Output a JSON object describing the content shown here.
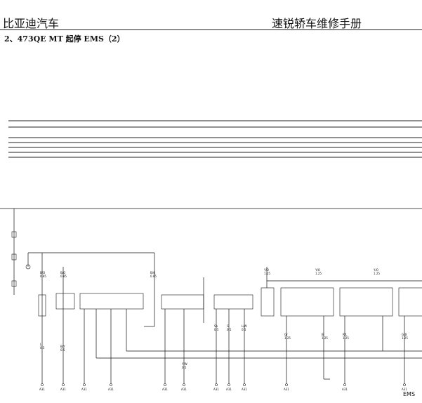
{
  "header": {
    "left_title": "比亚迪汽车",
    "right_title": "速锐轿车维修手册",
    "section_title": "2、473QE MT 起停 EMS（2）"
  },
  "diagram": {
    "top_labels": {
      "y_o_1": "Y/O",
      "w_1": "1.25",
      "y_o_2": "Y/O",
      "w_2": "1.25",
      "y_o_3": "Y/O",
      "w_3": "1.25"
    },
    "wire_labels": {
      "b_o_1": "B/O",
      "b_o_1w": "0.85",
      "b_o_2": "B/O",
      "b_o_2w": "0.85",
      "b_o_3": "B/O",
      "b_o_3w": "0.85",
      "l_1": "L",
      "l_1w": "0.5",
      "b_y": "B/Y",
      "b_yw": "0.5",
      "y_w": "Y/W",
      "y_ww": "0.5",
      "sb": "Sb",
      "sbw": "0.5",
      "g": "G",
      "gw": "0.5",
      "l_w": "L/W",
      "l_ww": "0.5",
      "gr": "Gr",
      "grw": "1.25",
      "r_l": "R/L",
      "r_lw": "1.25",
      "g_b": "G/B",
      "g_bw": "1.25",
      "b": "B",
      "bw": "1.25"
    },
    "bottom_connectors": [
      "A31",
      "A31",
      "A31",
      "A31",
      "A31",
      "A31",
      "A31",
      "A31",
      "A31",
      "A31",
      "A31",
      "A31"
    ],
    "ems_label": "EMS"
  }
}
